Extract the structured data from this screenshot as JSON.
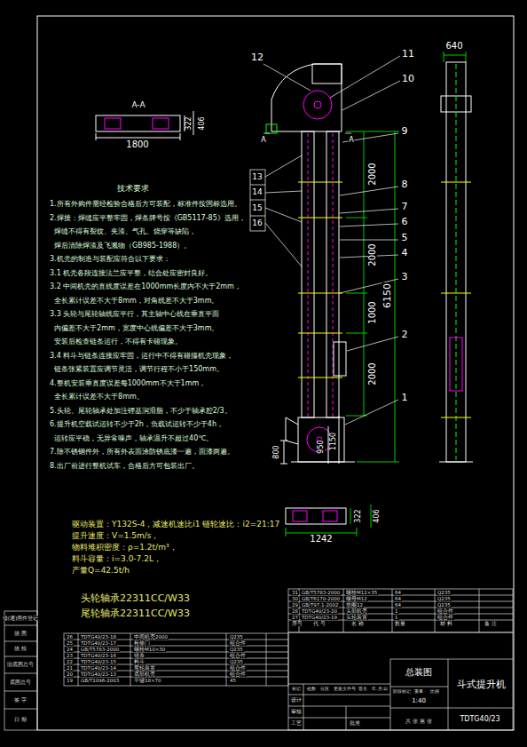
{
  "diagram": {
    "labels": [
      "A-A",
      "1800",
      "406",
      "322",
      "12",
      "11",
      "10",
      "9",
      "8",
      "7",
      "6",
      "5",
      "4",
      "3",
      "2",
      "1",
      "13",
      "14",
      "15",
      "16",
      "A",
      "A",
      "2000",
      "2000",
      "1000",
      "2000",
      "6150",
      "950",
      "1150",
      "800",
      "640",
      "1242",
      "322",
      "406",
      "技术要求",
      "1.所有外购件需经检验合格后方可装配，标准件按国标选用。",
      "2.焊接：焊缝应平整牢固，焊条牌号按《GB5117-85》选用，",
      "  焊缝不得有裂纹、夹渣、气孔、烧穿等缺陷，",
      "  焊后清除焊渣及飞溅物（GB985-1988）。",
      "3.机壳的制造与装配应符合以下要求：",
      "3.1 机壳各段连接法兰应平整，结合处应密封良好。",
      "3.2 中间机壳的直线度误差在1000mm长度内不大于2mm，",
      "  全长累计误差不大于8mm，对角线差不大于3mm。",
      "3.3 头轮与尾轮轴线应平行，其主轴中心线在垂直平面",
      "  内偏差不大于2mm，宽度中心线偏差不大于3mm。",
      "  安装后检查链条运行，不得有卡碰现象。",
      "3.4 料斗与链条连接应牢固，运行中不得有碰撞机壳现象，",
      "  链条张紧装置应调节灵活，调节行程不小于150mm。",
      "4.整机安装垂直度误差每1000mm不大于1mm，",
      "  全长累计误差不大于8mm。",
      "5.头轮、尾轮轴承处加注锂基润滑脂，不少于轴承腔2/3。",
      "6.提升机空载试运转不少于2h，负载试运转不少于4h，",
      "  运转应平稳，无异常噪声，轴承温升不超过40℃。",
      "7.除不锈钢件外，所有外表面涂防锈底漆一遍，面漆两遍。",
      "8.出厂前进行整机试车，合格后方可包装出厂。",
      "驱动装置：Y132S-4，减速机速比i1  链轮速比：i2=21:17",
      "提升速度：V=1.5m/s，",
      "物料堆积密度：ρ=1.2t/m³，",
      "料斗容量：i=3.0-7.2L，",
      "产量Q=42.5t/h",
      "头轮轴承22311CC/W33",
      "尾轮轴承22311CC/W33",
      "借(通)用件登记",
      "描 图",
      "描 校",
      "旧底图总号",
      "底图总号",
      "签 字",
      "日 期",
      "31",
      "GB/T5783-2000",
      "螺栓M12×35",
      "64",
      "Q235",
      "30",
      "GB/T6170-2000",
      "螺母M12",
      "64",
      "Q235",
      "29",
      "GB/T97.1-2002",
      "垫圈12",
      "64",
      "Q235",
      "28",
      "TDTG40/23-20",
      "头部机壳",
      "1",
      "组合件",
      "27",
      "TDTG40/23-19",
      "头轮装置",
      "1",
      "组合件",
      "序号",
      "代 号",
      "名 称",
      "数量",
      "材 料",
      "备 注",
      "26",
      "TDTG40/23-18",
      "中间机壳2000",
      "Q235",
      "25",
      "TDTG40/23-17",
      "检修门",
      "组合件",
      "24",
      "GB/T5783-2000",
      "螺栓M10×30",
      "Q235",
      "23",
      "TDTG40/23-16",
      "链条",
      "组合件",
      "22",
      "TDTG40/23-15",
      "料斗",
      "Q235",
      "21",
      "TDTG40/23-14",
      "尾轮装置",
      "组合件",
      "20",
      "TDTG40/23-13",
      "底部机壳",
      "组合件",
      "19",
      "GB/T1096-2003",
      "平键18×70",
      "45",
      "总装图",
      "斗式提升机",
      "TDTG40/23",
      "1:40",
      "标记",
      "处数",
      "分区",
      "更改文件号",
      "签名",
      "年.月.日",
      "设计",
      "审核",
      "工艺",
      "批准",
      "阶段标记",
      "重量",
      "比例",
      "共 张 第 张"
    ]
  }
}
